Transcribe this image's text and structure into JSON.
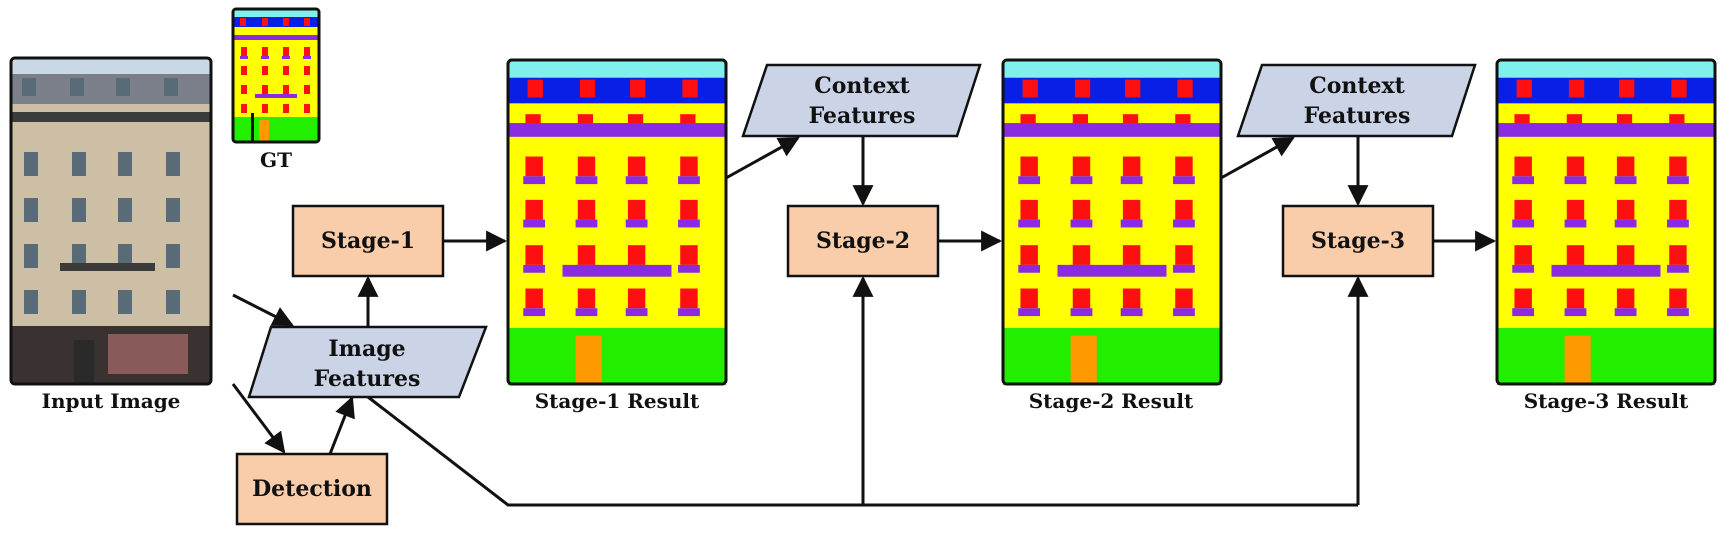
{
  "labels": {
    "input_image": "Input Image",
    "gt": "GT",
    "stage1_result": "Stage-1 Result",
    "stage2_result": "Stage-2 Result",
    "stage3_result": "Stage-3 Result"
  },
  "nodes": {
    "stage1": "Stage-1",
    "stage2": "Stage-2",
    "stage3": "Stage-3",
    "detection": "Detection",
    "image_features_l1": "Image",
    "image_features_l2": "Features",
    "context_features_1_l1": "Context",
    "context_features_1_l2": "Features",
    "context_features_2_l1": "Context",
    "context_features_2_l2": "Features"
  },
  "colors": {
    "stage_box": "#f9cdaa",
    "feature_box": "#cad4e6",
    "sky": "#7ff0ec",
    "roof": "#0a1fe6",
    "wall": "#ffff00",
    "window": "#ff1010",
    "balcony": "#8a2be2",
    "shop": "#22ee00",
    "door": "#ff9900"
  }
}
